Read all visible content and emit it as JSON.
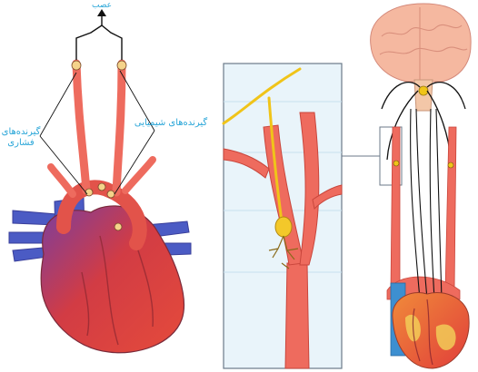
{
  "labels": {
    "nerve": "عصب",
    "pressure_receptors": [
      "گیرنده‌های",
      "فشاری"
    ],
    "chemo_receptors": "گیرنده‌های شیمیایی"
  },
  "colors": {
    "artery": "#ee6b5e",
    "artery_dark": "#c9463c",
    "vein": "#5a5fc0",
    "heart_red": "#e13e3a",
    "heart_purple": "#7a3e9e",
    "nerve_yellow": "#f0c419",
    "brain": "#f5b8a0",
    "label_blue": "#2aa6d8",
    "panel_bg": "#e9f4fa"
  }
}
